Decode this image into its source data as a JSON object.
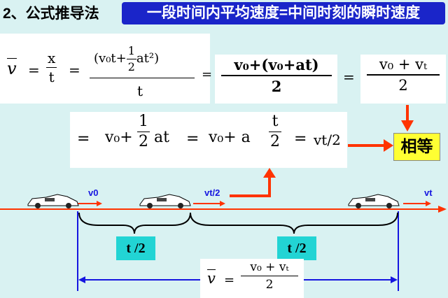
{
  "header": {
    "title": "2、公式推导法",
    "subtitle": "一段时间内平均速度=中间时刻的瞬时速度"
  },
  "formula_top": {
    "vbar": "v",
    "eq1": "=",
    "x": "x",
    "t": "t",
    "eq2": "=",
    "num_prefix": "(v₀t+",
    "half_num": "1",
    "half_den": "2",
    "num_suffix": "at²)",
    "den": "t",
    "eq3": "=",
    "frac2_num": "v₀+(v₀+at)",
    "frac2_den": "2",
    "eq4": "=",
    "frac3_num": "v₀ + vₜ",
    "frac3_den": "2"
  },
  "formula_mid": {
    "eq1": "=",
    "v0plus": "v₀+",
    "half_num": "1",
    "half_den": "2",
    "at": "at",
    "eq2": "=",
    "v0plus_a": "v₀+ a",
    "t_num": "t",
    "t_den": "2",
    "eq3": "=",
    "result": "vt/2"
  },
  "equal_box": "相等",
  "velocity_labels": {
    "v0": "v0",
    "vt2": "vt/2",
    "vt": "vt"
  },
  "interval_labels": {
    "left": "t /2",
    "right": "t /2"
  },
  "formula_bottom": {
    "vbar": "v",
    "eq": "=",
    "num": "v₀ + vₜ",
    "den": "2"
  },
  "colors": {
    "background": "#d9f2f2",
    "banner": "#1a25c9",
    "arrow": "#ff3300",
    "bracket": "#1616e0",
    "label_bg": "#22d4d4",
    "equal_bg": "#ffff33"
  }
}
